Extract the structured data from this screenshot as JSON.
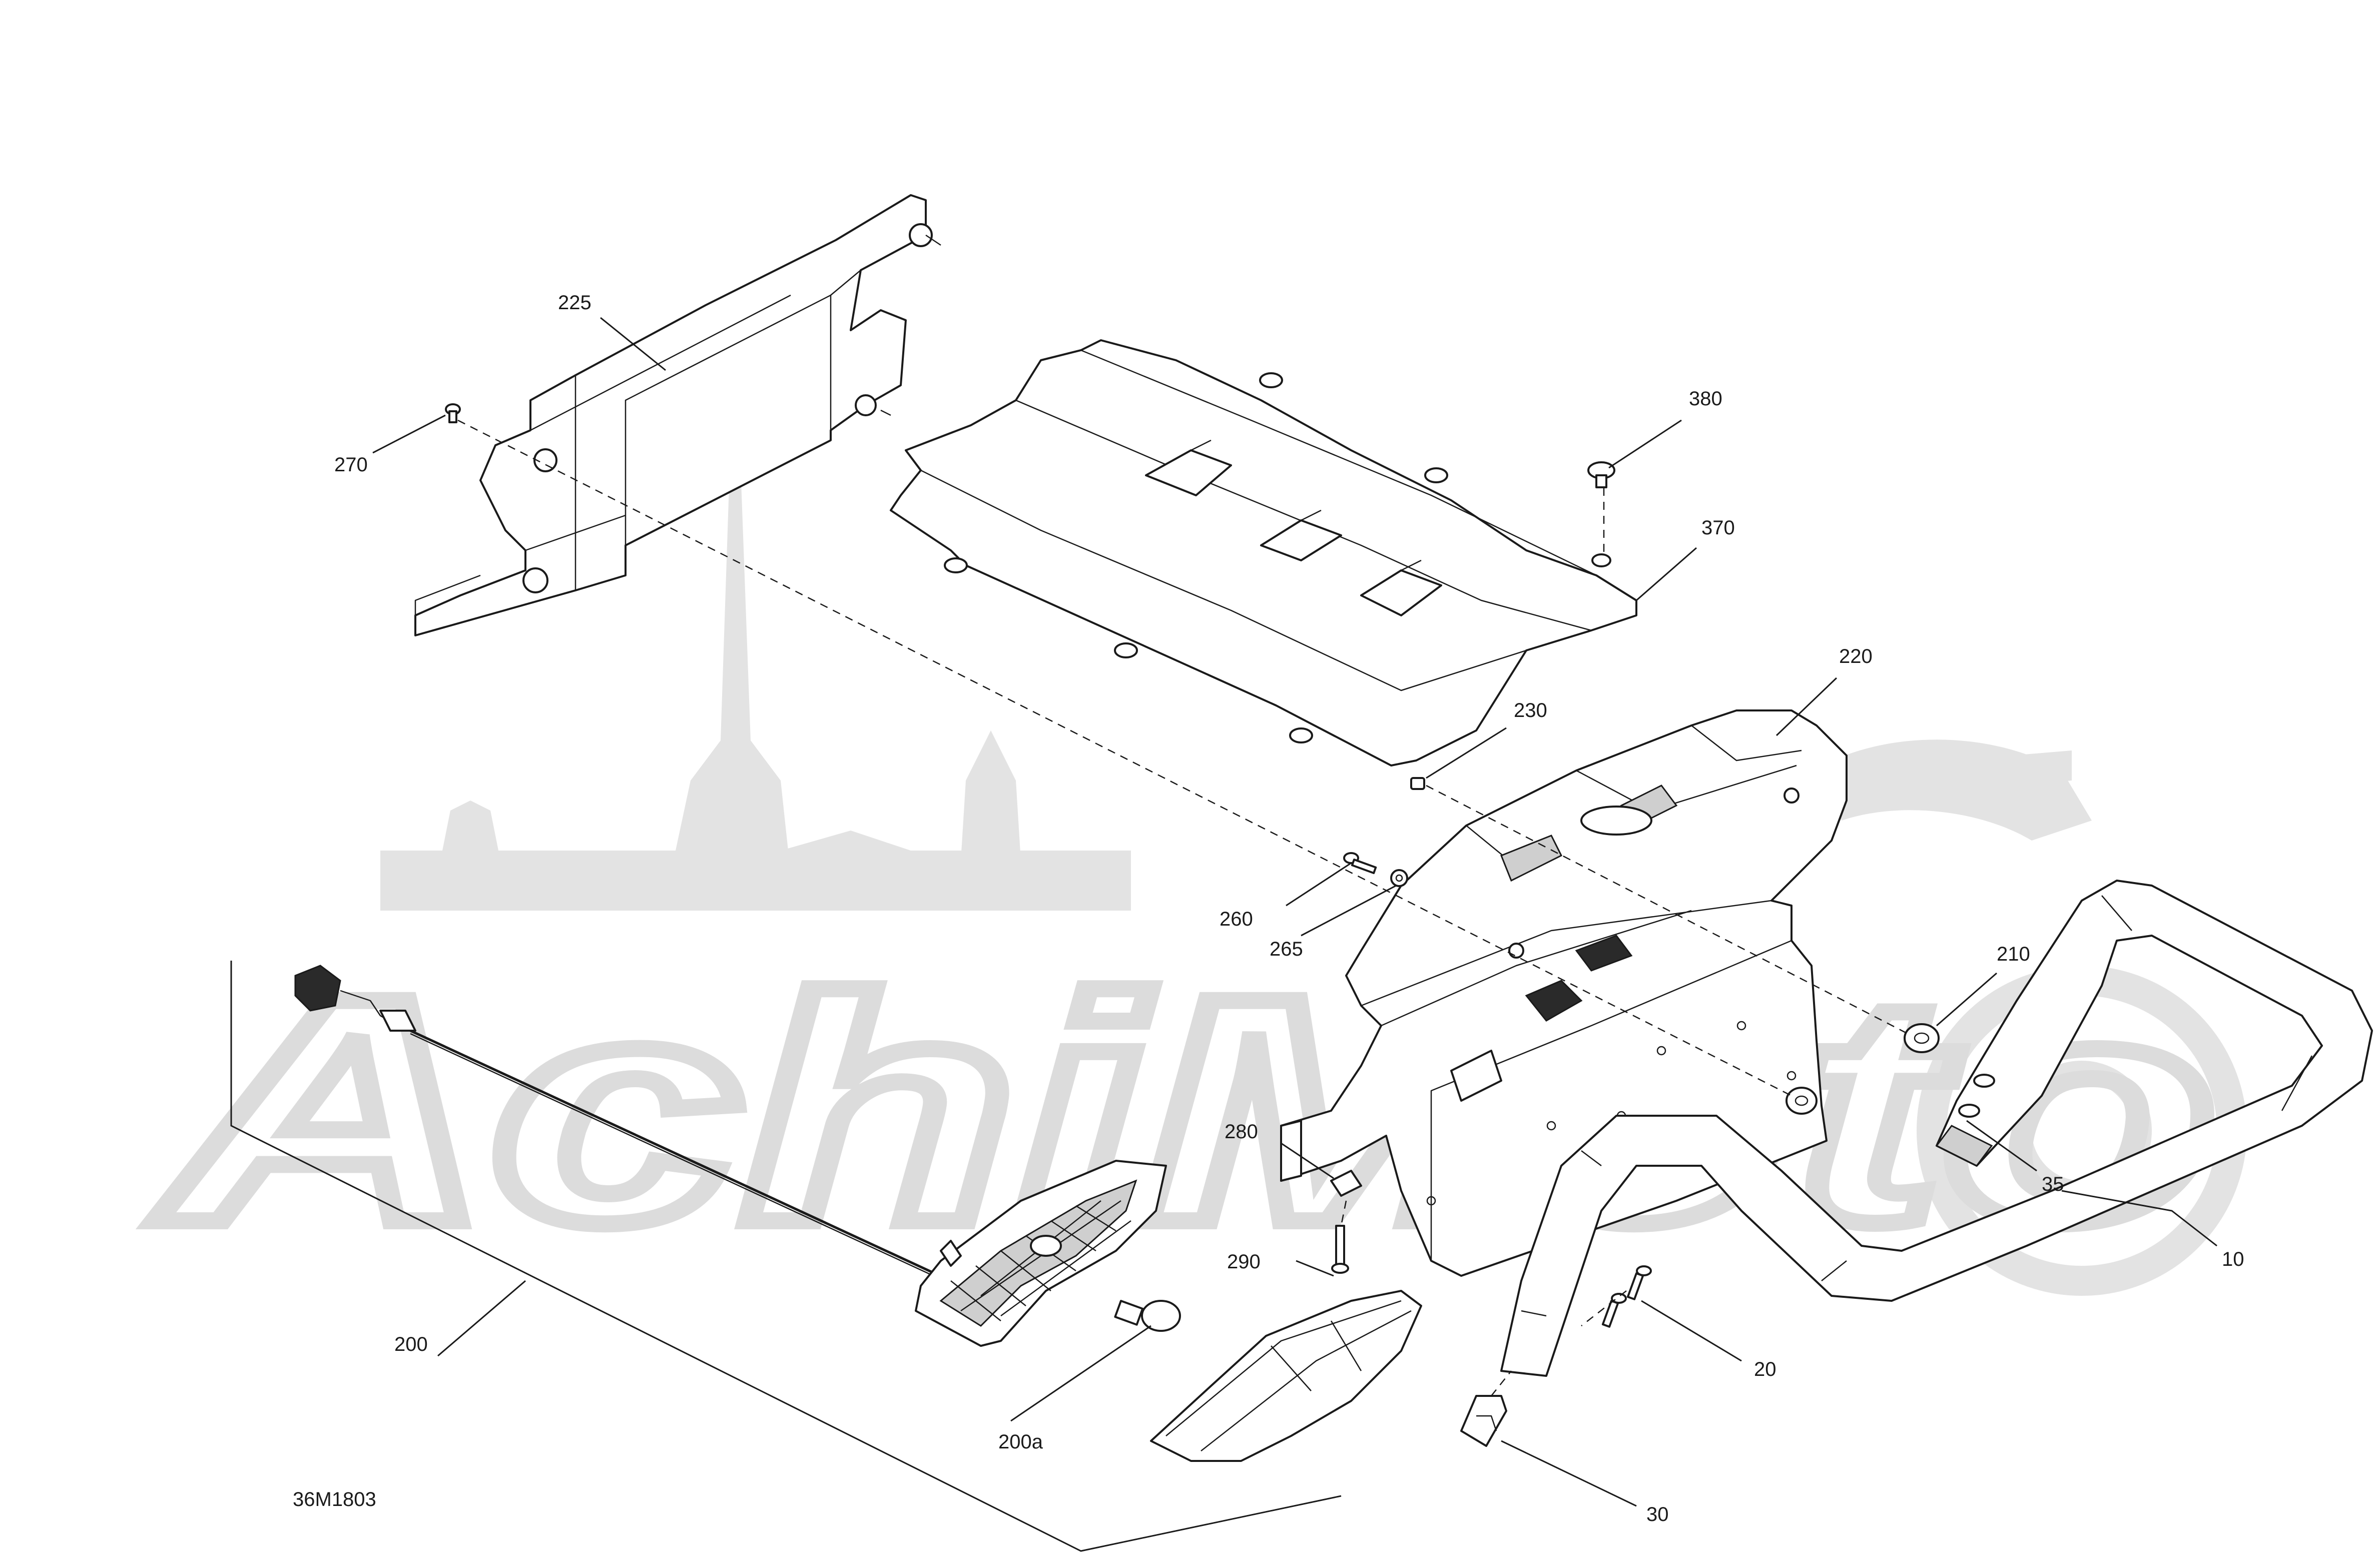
{
  "diagram_id": "36M1803",
  "watermark": {
    "text": "AchiMoto"
  },
  "callouts": [
    {
      "id": "225",
      "label": "225"
    },
    {
      "id": "270",
      "label": "270"
    },
    {
      "id": "380",
      "label": "380"
    },
    {
      "id": "370",
      "label": "370"
    },
    {
      "id": "220",
      "label": "220"
    },
    {
      "id": "230",
      "label": "230"
    },
    {
      "id": "260",
      "label": "260"
    },
    {
      "id": "265",
      "label": "265"
    },
    {
      "id": "210",
      "label": "210"
    },
    {
      "id": "280",
      "label": "280"
    },
    {
      "id": "290",
      "label": "290"
    },
    {
      "id": "35",
      "label": "35"
    },
    {
      "id": "10",
      "label": "10"
    },
    {
      "id": "20",
      "label": "20"
    },
    {
      "id": "200",
      "label": "200"
    },
    {
      "id": "200a",
      "label": "200a"
    },
    {
      "id": "30",
      "label": "30"
    }
  ]
}
